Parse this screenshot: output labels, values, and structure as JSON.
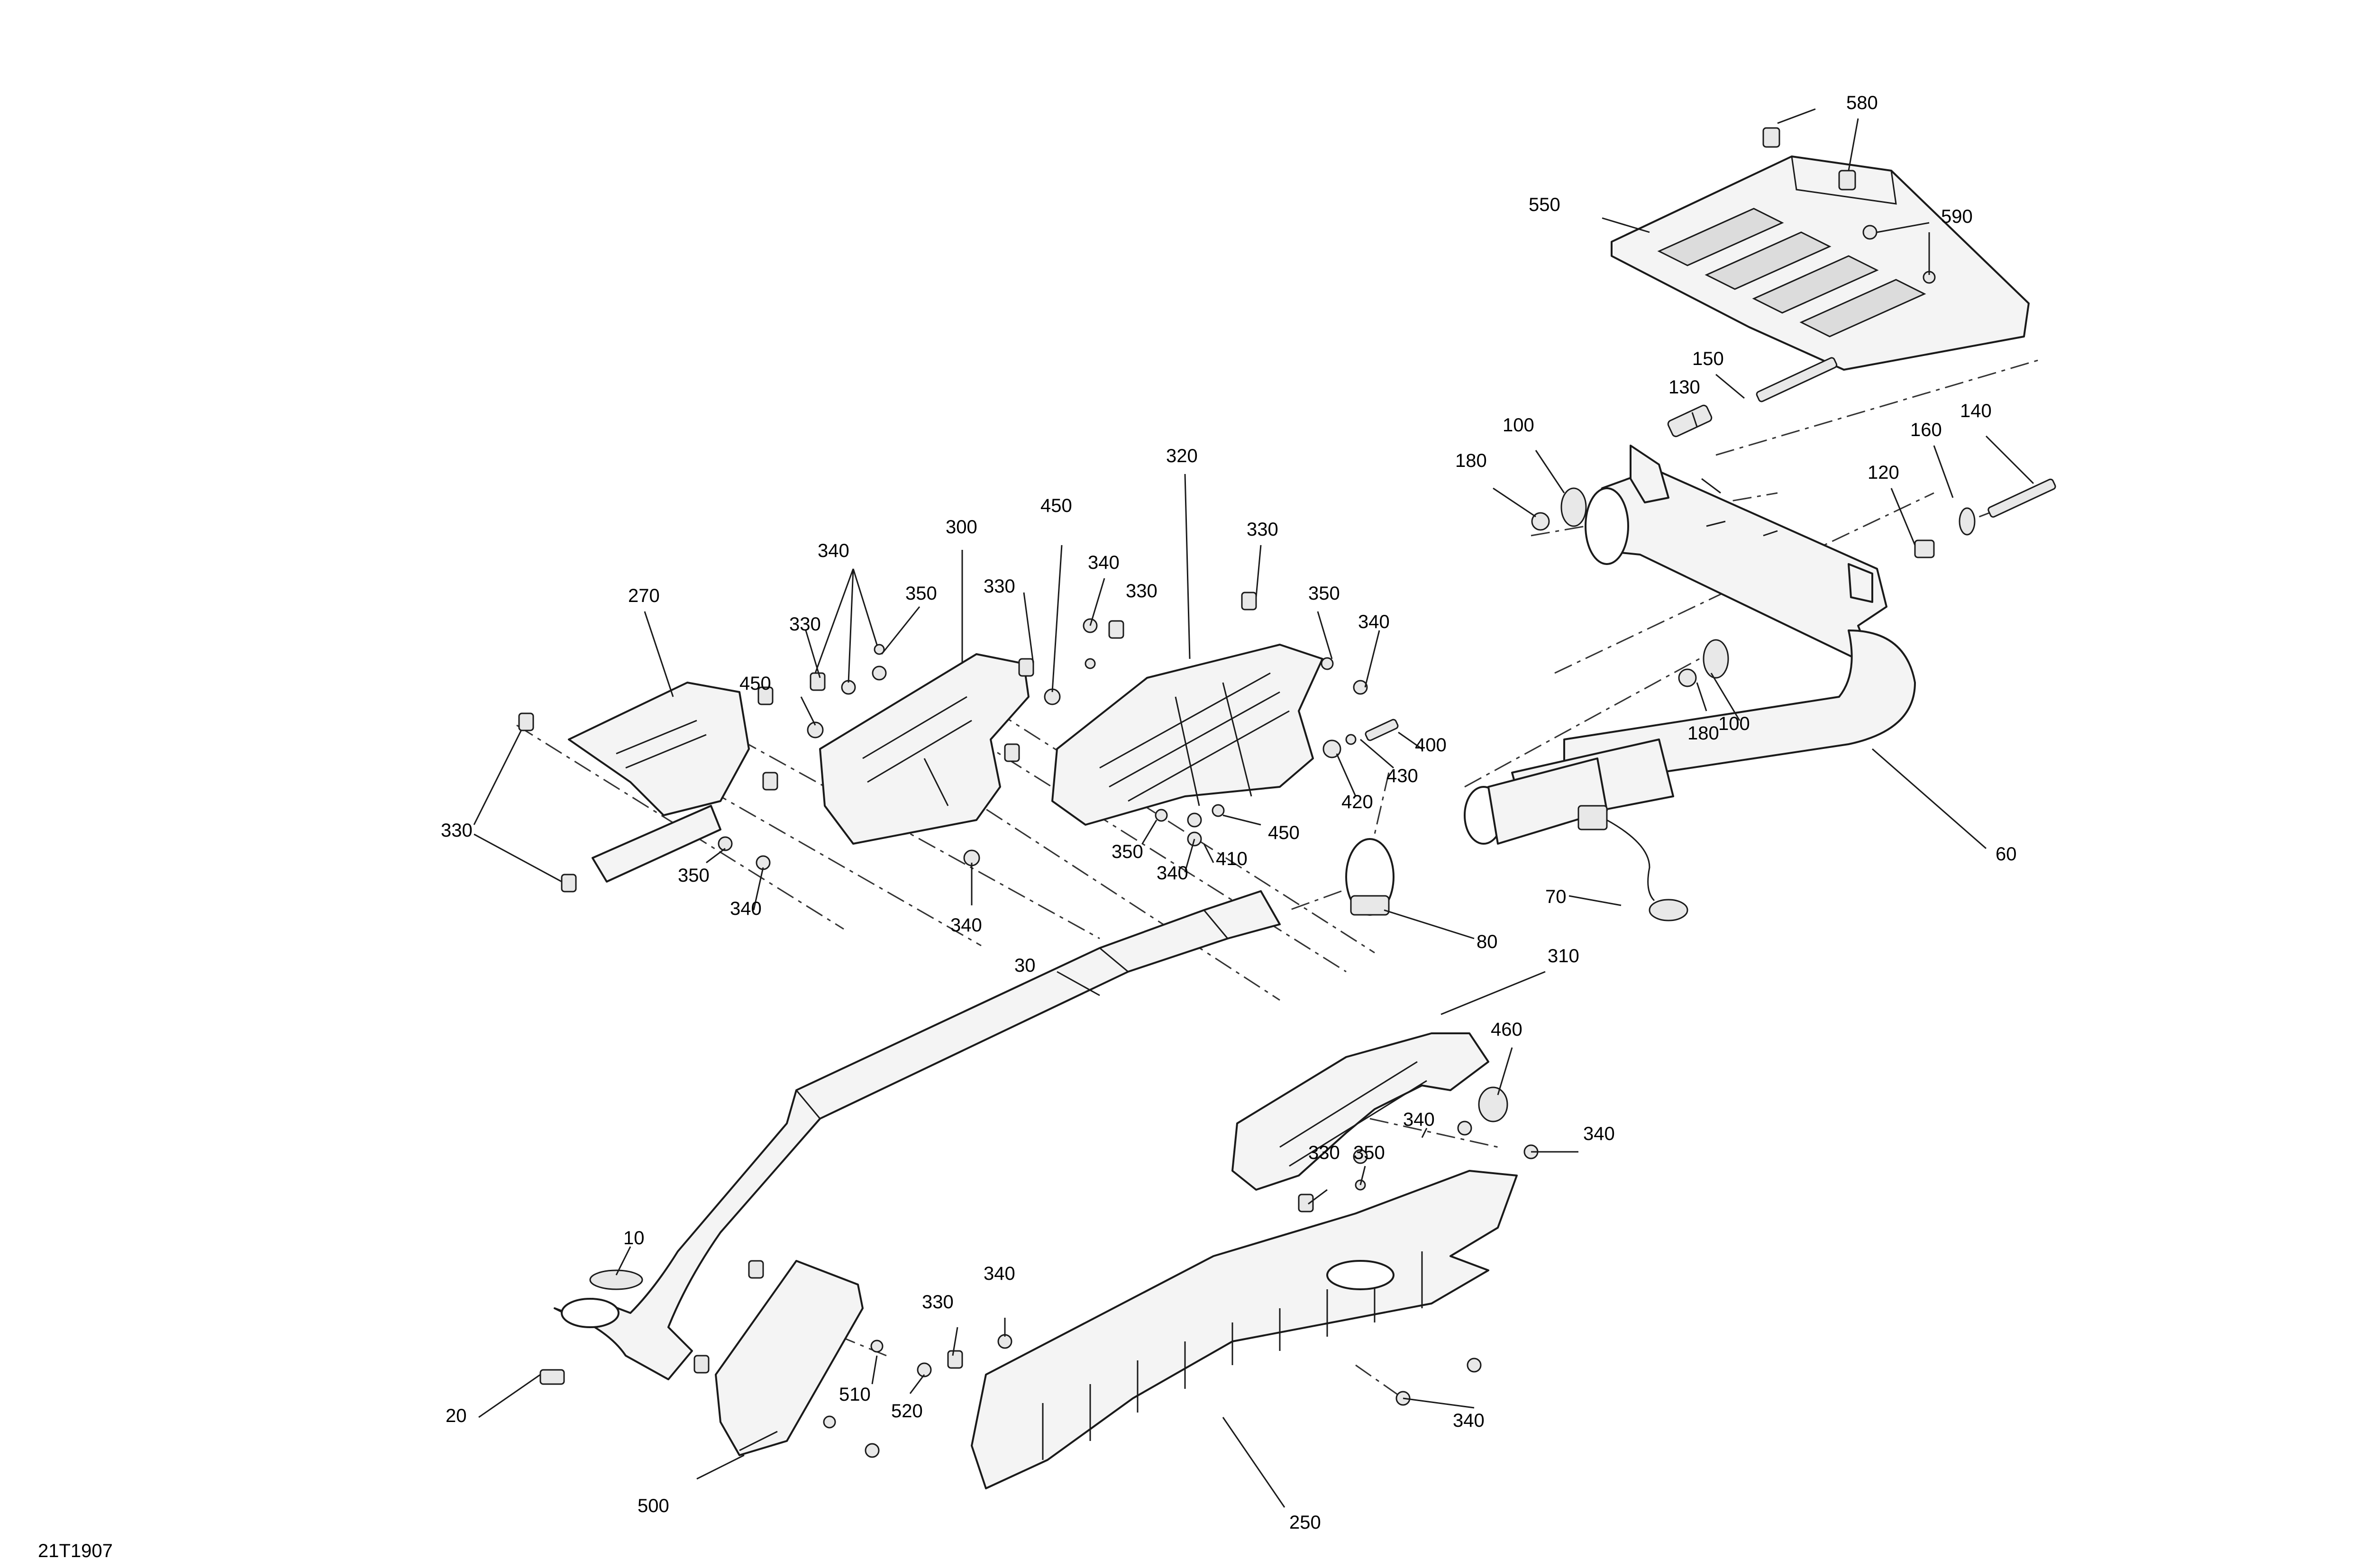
{
  "diagram": {
    "reference_code": "21T1907",
    "callouts": {
      "c10": "10",
      "c20": "20",
      "c30": "30",
      "c60": "60",
      "c70": "70",
      "c80": "80",
      "c100a": "100",
      "c100b": "100",
      "c120": "120",
      "c130": "130",
      "c140": "140",
      "c150": "150",
      "c160": "160",
      "c180a": "180",
      "c180b": "180",
      "c250": "250",
      "c270": "270",
      "c300": "300",
      "c310": "310",
      "c320": "320",
      "c330a": "330",
      "c330b": "330",
      "c330c": "330",
      "c330d": "330",
      "c330e": "330",
      "c330f": "330",
      "c330g": "330",
      "c340a": "340",
      "c340b": "340",
      "c340c": "340",
      "c340d": "340",
      "c340e": "340",
      "c340f": "340",
      "c340g": "340",
      "c340h": "340",
      "c340i": "340",
      "c340j": "340",
      "c350a": "350",
      "c350b": "350",
      "c350c": "350",
      "c350d": "350",
      "c350e": "350",
      "c400": "400",
      "c410": "410",
      "c420": "420",
      "c430": "430",
      "c450a": "450",
      "c450b": "450",
      "c450c": "450",
      "c460": "460",
      "c500": "500",
      "c510": "510",
      "c520": "520",
      "c550": "550",
      "c580": "580",
      "c590": "590"
    }
  }
}
